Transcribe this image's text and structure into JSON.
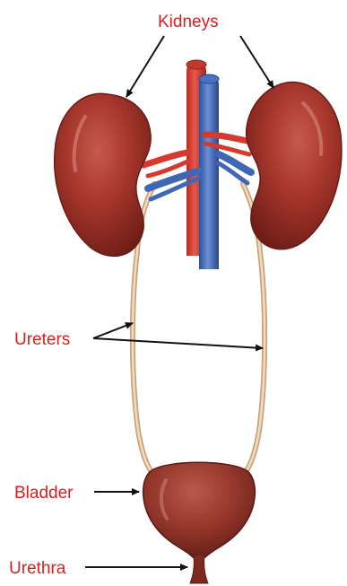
{
  "labels": {
    "kidneys": "Kidneys",
    "ureters": "Ureters",
    "bladder": "Bladder",
    "urethra": "Urethra"
  },
  "colors": {
    "label_text": "#d9201f",
    "kidney": "#9b2b22",
    "artery": "#d63a2e",
    "vein": "#3f67b5",
    "ureter": "#e6c7a3",
    "bladder": "#93362a",
    "pointer": "#111111"
  }
}
